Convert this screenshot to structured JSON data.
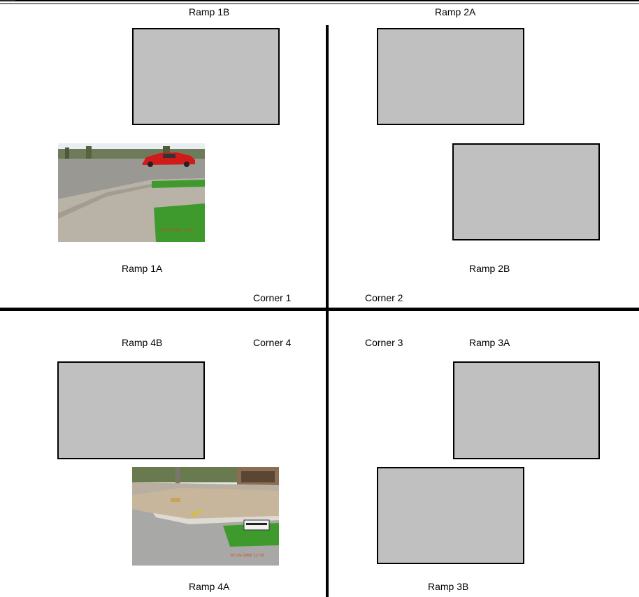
{
  "labels": {
    "ramp_1b": "Ramp 1B",
    "ramp_2a": "Ramp 2A",
    "ramp_1a": "Ramp 1A",
    "ramp_2b": "Ramp 2B",
    "corner_1": "Corner 1",
    "corner_2": "Corner 2",
    "ramp_4b": "Ramp 4B",
    "corner_4": "Corner 4",
    "corner_3": "Corner 3",
    "ramp_3a": "Ramp 3A",
    "ramp_4a": "Ramp 4A",
    "ramp_3b": "Ramp 3B",
    "photo_1a_stamp": "07/29/2009 12:45",
    "photo_4a_stamp": "07/29/2009 12:50"
  },
  "colors": {
    "placeholder_fill": "#c0c0c0",
    "road_line": "#000000",
    "car_red": "#d11a1a",
    "grass": "#3f9a2e",
    "pavement": "#b9b2a6"
  },
  "placeholders": {
    "ramp_1b": "empty-photo",
    "ramp_2a": "empty-photo",
    "ramp_2b": "empty-photo",
    "ramp_4b": "empty-photo",
    "ramp_3a": "empty-photo",
    "ramp_3b": "empty-photo"
  }
}
